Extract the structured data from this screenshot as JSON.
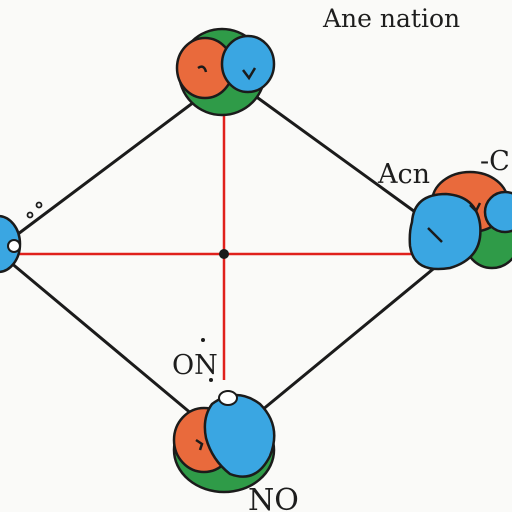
{
  "labels": {
    "top_right": "Ane nation",
    "right_upper": "Acn",
    "right_far": "-C",
    "bottom_left": "ON",
    "bottom": "NO"
  },
  "colors": {
    "bond_line": "#1b1b1b",
    "axis_line": "#e0201c",
    "center_dot": "#1b1b1b",
    "orange": "#e96a3c",
    "blue": "#3aa6e2",
    "green": "#2f9b48",
    "outline": "#1b1b1b"
  },
  "molecules": [
    {
      "name": "top-molecule",
      "parts": [
        "green",
        "orange",
        "blue"
      ]
    },
    {
      "name": "left-molecule",
      "parts": [
        "blue"
      ]
    },
    {
      "name": "right-molecule",
      "parts": [
        "orange",
        "blue",
        "green"
      ]
    },
    {
      "name": "bottom-molecule",
      "parts": [
        "orange",
        "blue",
        "green"
      ]
    }
  ]
}
